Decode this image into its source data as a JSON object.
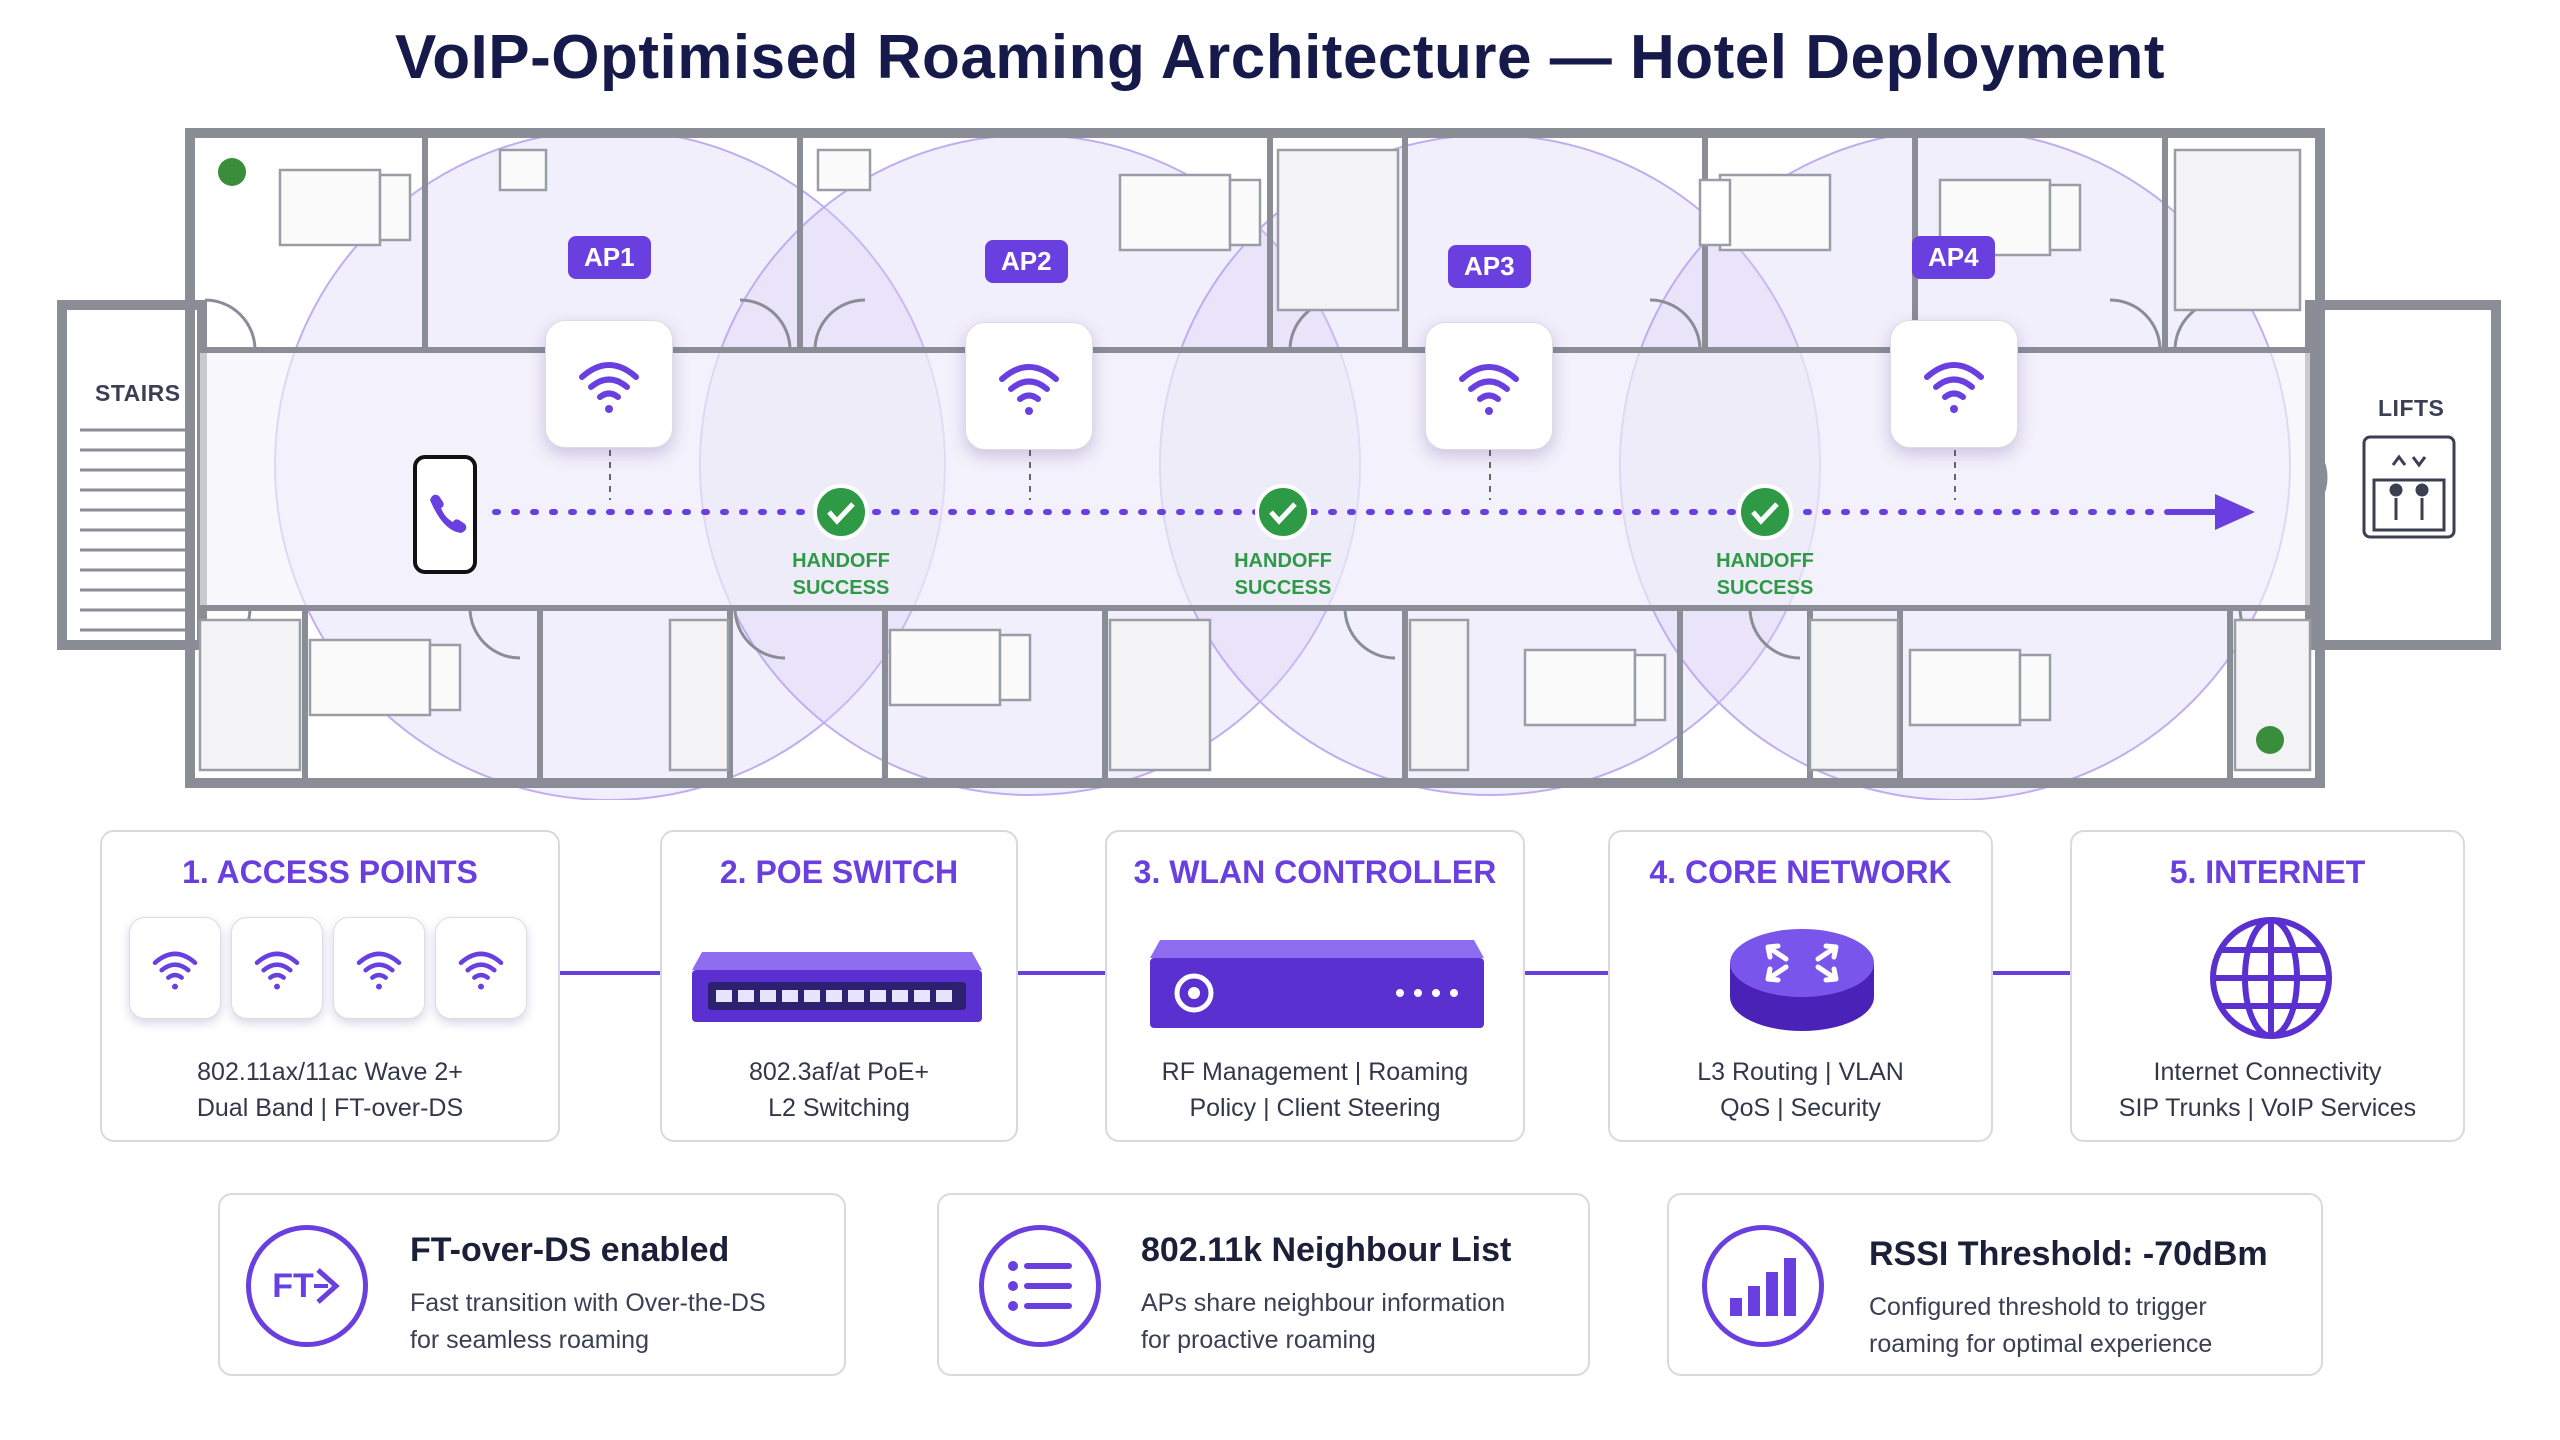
{
  "title": "VoIP-Optimised Roaming Architecture — Hotel Deployment",
  "floorplan": {
    "stairs_label": "STAIRS",
    "lifts_label": "LIFTS",
    "access_points": [
      {
        "label": "AP1"
      },
      {
        "label": "AP2"
      },
      {
        "label": "AP3"
      },
      {
        "label": "AP4"
      }
    ],
    "handoffs": [
      {
        "line1": "HANDOFF",
        "line2": "SUCCESS"
      },
      {
        "line1": "HANDOFF",
        "line2": "SUCCESS"
      },
      {
        "line1": "HANDOFF",
        "line2": "SUCCESS"
      }
    ]
  },
  "architecture": [
    {
      "title": "1. ACCESS POINTS",
      "line1": "802.11ax/11ac Wave 2+",
      "line2": "Dual Band | FT-over-DS",
      "icon": "wifi-icon"
    },
    {
      "title": "2. POE SWITCH",
      "line1": "802.3af/at PoE+",
      "line2": "L2 Switching",
      "icon": "switch-icon"
    },
    {
      "title": "3. WLAN CONTROLLER",
      "line1": "RF Management | Roaming",
      "line2": "Policy | Client Steering",
      "icon": "controller-icon"
    },
    {
      "title": "4. CORE NETWORK",
      "line1": "L3 Routing | VLAN",
      "line2": "QoS | Security",
      "icon": "router-icon"
    },
    {
      "title": "5. INTERNET",
      "line1": "Internet Connectivity",
      "line2": "SIP Trunks | VoIP Services",
      "icon": "globe-icon"
    }
  ],
  "features": [
    {
      "title": "FT-over-DS enabled",
      "line1": "Fast transition with Over-the-DS",
      "line2": "for seamless roaming",
      "icon_text": "FT",
      "icon": "ft-icon"
    },
    {
      "title": "802.11k Neighbour List",
      "line1": "APs share neighbour information",
      "line2": "for proactive roaming",
      "icon": "list-icon"
    },
    {
      "title": "RSSI Threshold: -70dBm",
      "line1": "Configured threshold to trigger",
      "line2": "roaming for optimal experience",
      "icon": "signal-bars-icon"
    }
  ],
  "colors": {
    "accent": "#6a3fe0",
    "success": "#2e9a46",
    "title": "#161a4a",
    "wall": "#8a8d96"
  }
}
